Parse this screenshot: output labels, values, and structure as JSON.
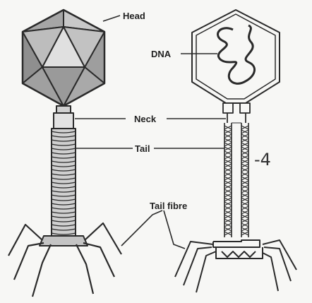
{
  "labels": {
    "head": "Head",
    "dna": "DNA",
    "neck": "Neck",
    "tail": "Tail",
    "tail_fibre": "Tail fibre"
  },
  "annotation": {
    "handwritten": "-4"
  },
  "colors": {
    "line": "#2a2a2a",
    "face_light": "#d9d9d9",
    "face_mid": "#b3b3b3",
    "face_dark": "#8f8f8f",
    "background": "#f7f7f5"
  }
}
